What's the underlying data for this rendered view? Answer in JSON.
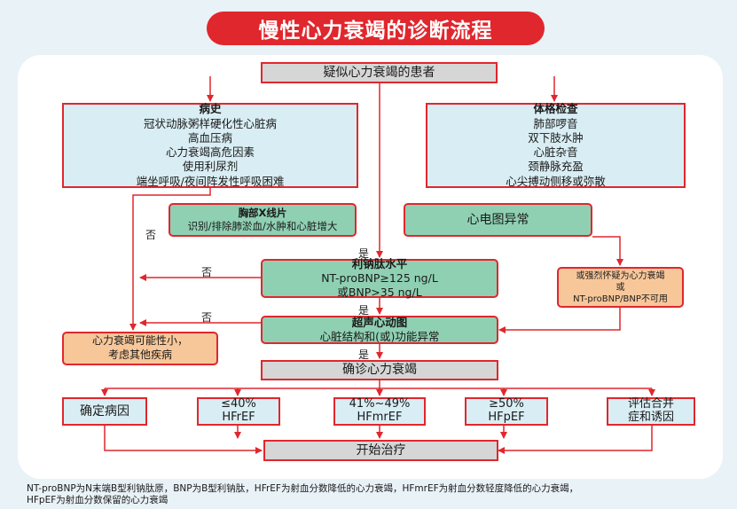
{
  "title": "慢性心力衰竭的诊断流程",
  "nodes": {
    "suspect": "疑似心力衰竭的患者",
    "history": {
      "title": "病史",
      "items": [
        "冠状动脉粥样硬化性心脏病",
        "高血压病",
        "心力衰竭高危因素",
        "使用利尿剂",
        "端坐呼吸/夜间阵发性呼吸困难"
      ]
    },
    "exam": {
      "title": "体格检查",
      "items": [
        "肺部啰音",
        "双下肢水肿",
        "心脏杂音",
        "颈静脉充盈",
        "心尖搏动侧移或弥散"
      ]
    },
    "xray": {
      "title": "胸部X线片",
      "text": "识别/排除肺淤血/水肿和心脏增大"
    },
    "ecg": "心电图异常",
    "bnp": {
      "title": "利钠肽水平",
      "line1": "NT-proBNP≥125 ng/L",
      "line2": "或BNP>35 ng/L"
    },
    "strong": {
      "line1": "或强烈怀疑为心力衰竭",
      "line2": "或",
      "line3": "NT-proBNP/BNP不可用"
    },
    "echo": {
      "title": "超声心动图",
      "text": "心脏结构和(或)功能异常"
    },
    "unlikely": {
      "line1": "心力衰竭可能性小，",
      "line2": "考虑其他疾病"
    },
    "confirm": "确诊心力衰竭",
    "cause": "确定病因",
    "hfref": {
      "range": "≤40%",
      "name": "HFrEF"
    },
    "hfmref": {
      "range": "41%~49%",
      "name": "HFmrEF"
    },
    "hfpef": {
      "range": "≥50%",
      "name": "HFpEF"
    },
    "eval": {
      "line1": "评估合并",
      "line2": "症和诱因"
    },
    "treat": "开始治疗"
  },
  "labels": {
    "yes": "是",
    "no": "否"
  },
  "footnote": {
    "line1": "NT-proBNP为N末端B型利钠肽原，BNP为B型利钠肽，HFrEF为射血分数降低的心力衰竭，HFmrEF为射血分数轻度降低的心力衰竭，",
    "line2": "HFpEF为射血分数保留的心力衰竭"
  },
  "colors": {
    "accent": "#e0272d",
    "blue": "#d9eef4",
    "green": "#8fd0b3",
    "orange": "#f7c79a",
    "gray": "#d6d6d6"
  }
}
